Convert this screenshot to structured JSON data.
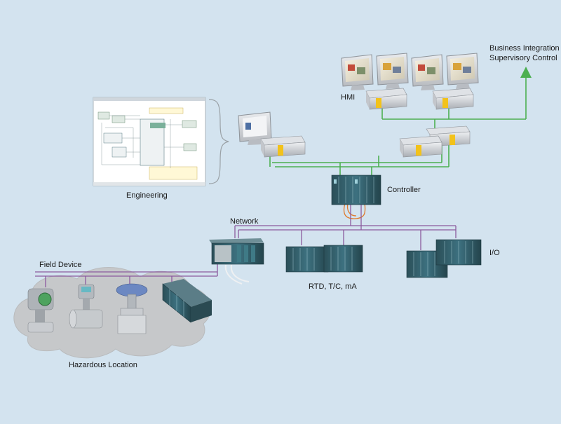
{
  "labels": {
    "business_integration": "Business Integration",
    "supervisory_control": "Supervisory Control",
    "hmi": "HMI",
    "engineering": "Engineering",
    "controller": "Controller",
    "network": "Network",
    "io": "I/O",
    "rtd": "RTD, T/C, mA",
    "field_device": "Field Device",
    "hazardous_location": "Hazardous Location"
  },
  "colors": {
    "background": "#d3e3ef",
    "ethernet_line": "#4caf50",
    "fieldbus_line": "#8b5a9e",
    "fiber_line": "#e07a2c",
    "cloud": "#c8cacc",
    "module_teal": "#2f5e6a"
  },
  "icons": [
    "monitor-icon",
    "pc-tower-icon",
    "controller-rack-icon",
    "io-rack-icon",
    "transmitter-icon",
    "valve-icon",
    "flowmeter-icon"
  ]
}
